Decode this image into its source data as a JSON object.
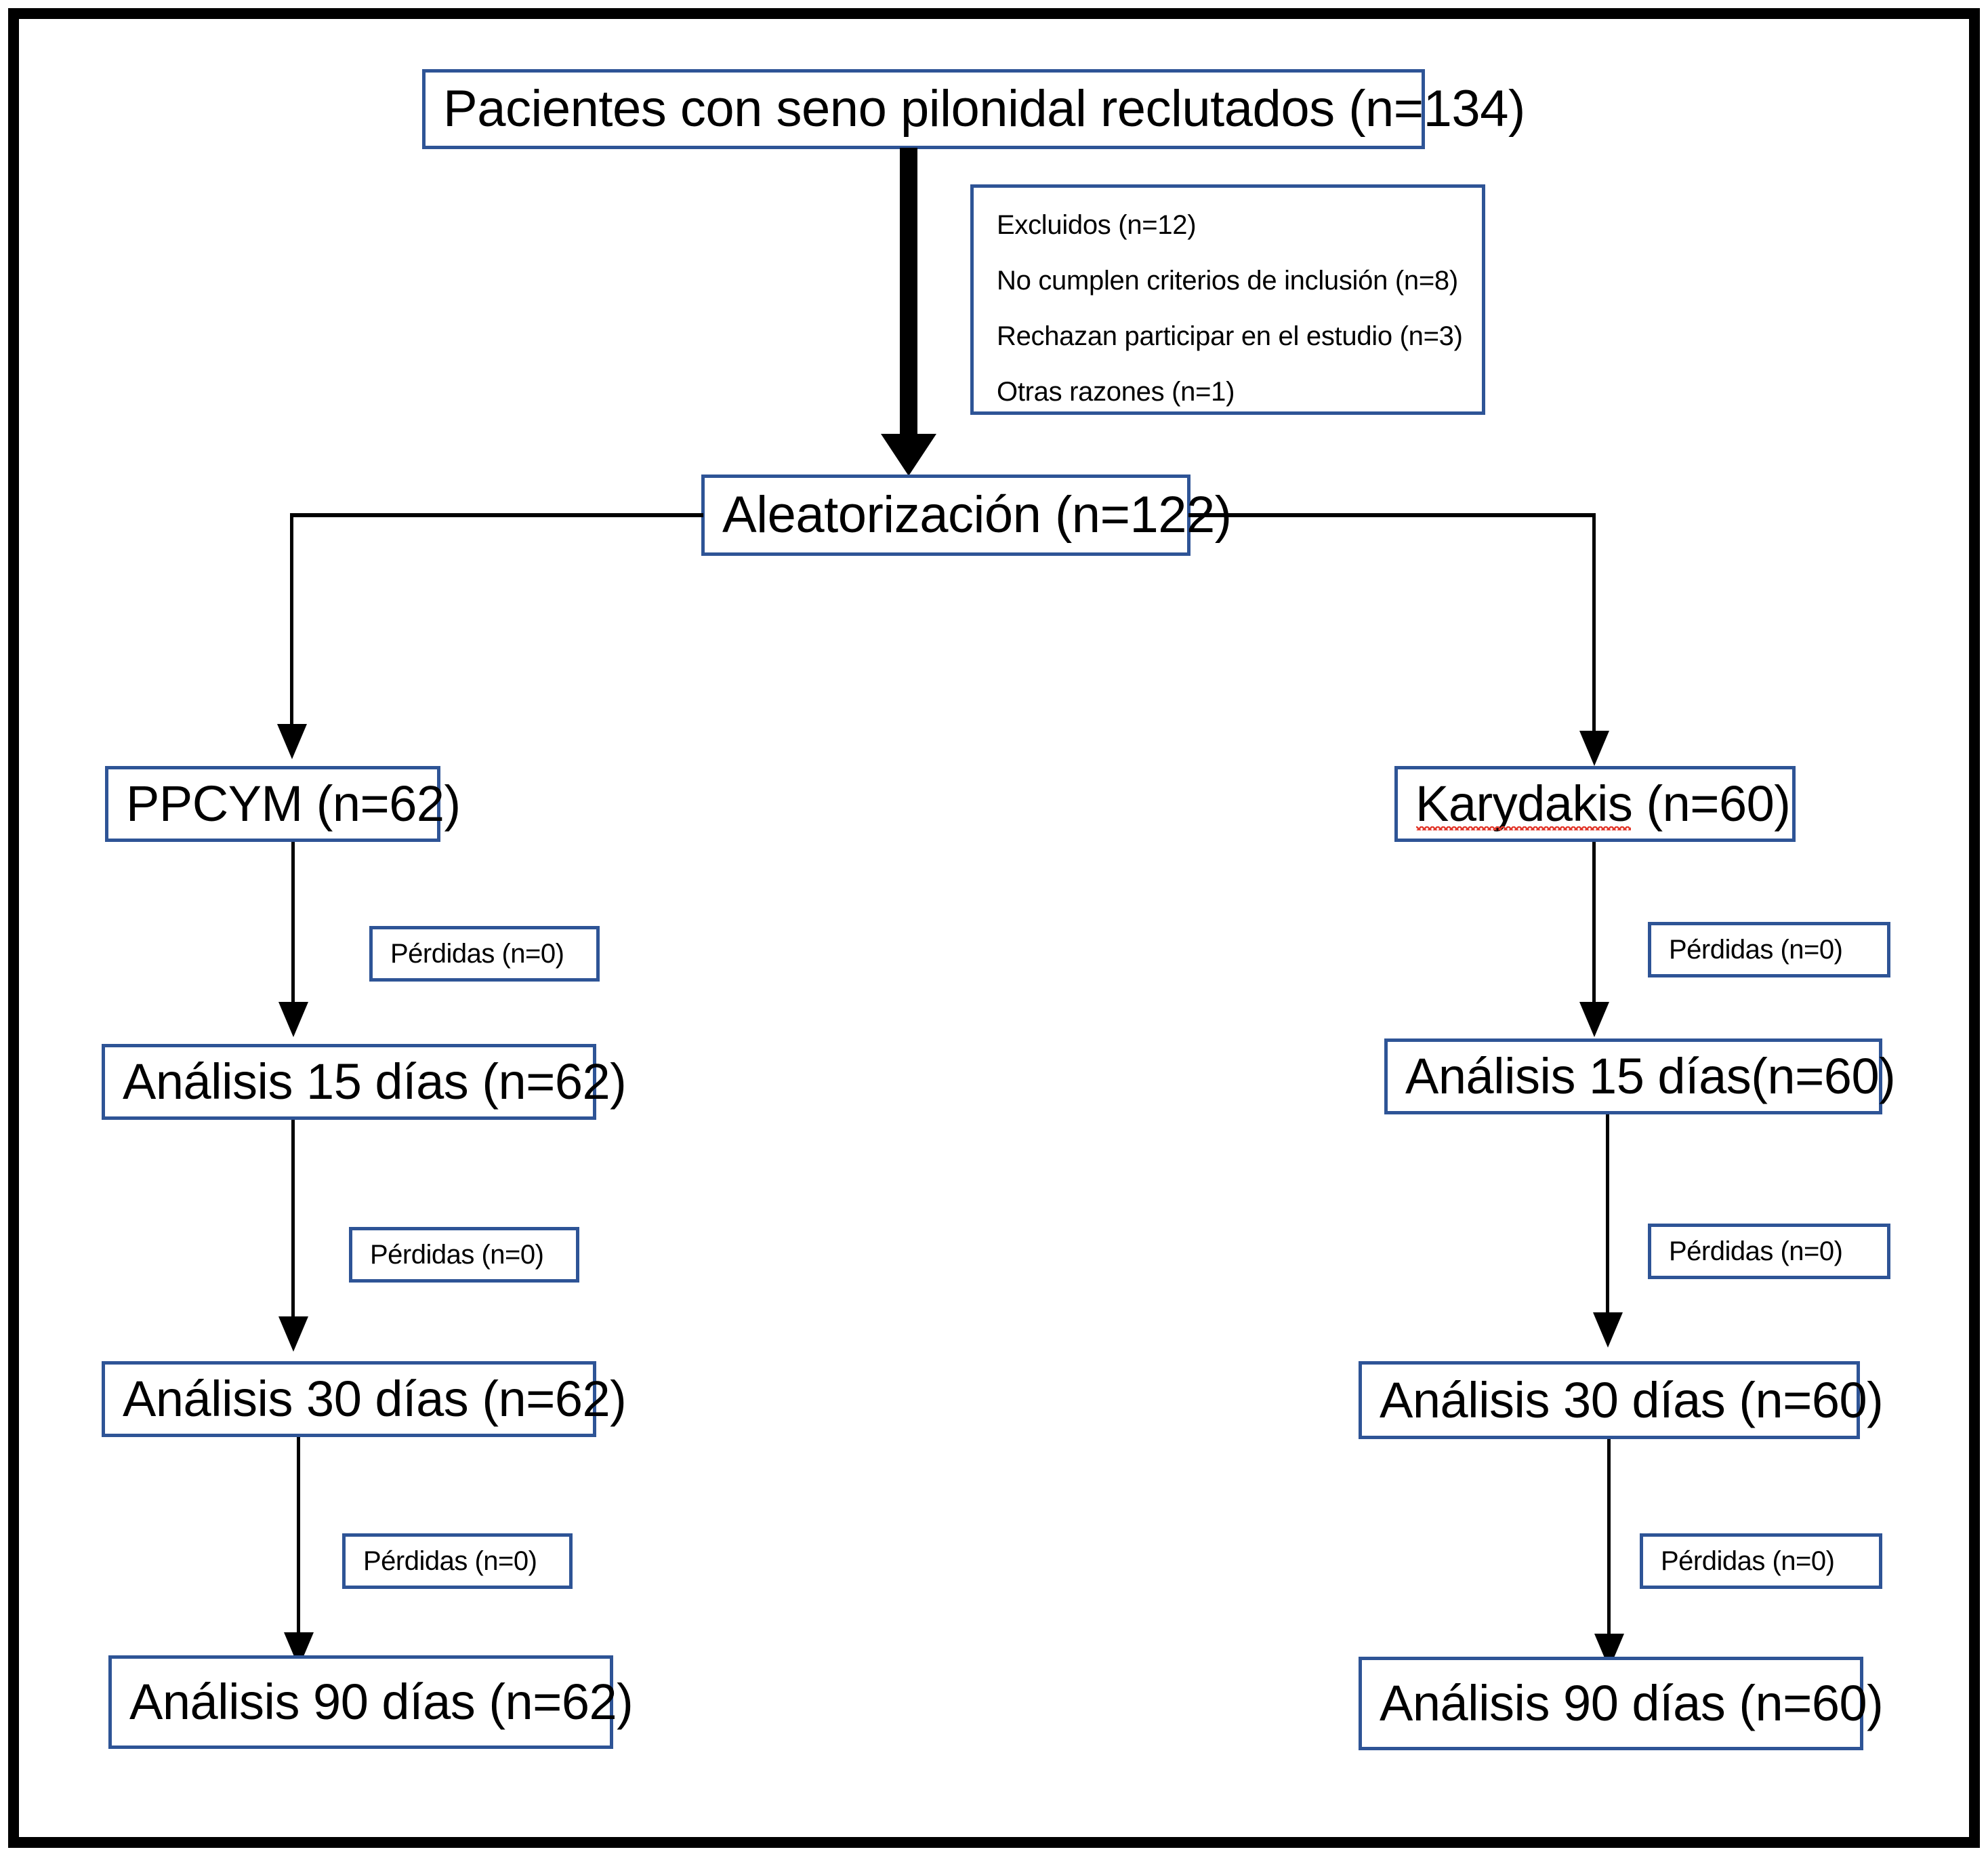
{
  "diagram": {
    "title": "Diagrama de flujo CONSORT",
    "language": "es",
    "accent_color": "#2e5496",
    "line_color": "#000000",
    "frame_color": "#000000",
    "background_color": "#ffffff",
    "spellcheck_underline_color": "#e23a2e"
  },
  "nodes": {
    "recruited": {
      "label": "Pacientes con seno pilonidal reclutados (n=134)"
    },
    "excluded": {
      "rows": [
        "Excluidos (n=12)",
        "No cumplen criterios de inclusión (n=8)",
        "Rechazan participar en el estudio (n=3)",
        "Otras razones (n=1)"
      ]
    },
    "randomization": {
      "label": "Aleatorización (n=122)"
    },
    "left_arm": {
      "allocation": {
        "label": "PPCYM (n=62)"
      },
      "loss_1": {
        "label": "Pérdidas (n=0)"
      },
      "analysis_15": {
        "label": "Análisis 15 días (n=62)"
      },
      "loss_2": {
        "label": "Pérdidas (n=0)"
      },
      "analysis_30": {
        "label": "Análisis 30 días (n=62)"
      },
      "loss_3": {
        "label": "Pérdidas (n=0)"
      },
      "analysis_90": {
        "label": "Análisis 90 días (n=62)"
      }
    },
    "right_arm": {
      "allocation": {
        "label_word": "Karydakis",
        "label_rest": " (n=60)"
      },
      "loss_1": {
        "label": "Pérdidas (n=0)"
      },
      "analysis_15": {
        "label": "Análisis 15 días(n=60)"
      },
      "loss_2": {
        "label": "Pérdidas (n=0)"
      },
      "analysis_30": {
        "label": "Análisis 30 días (n=60)"
      },
      "loss_3": {
        "label": "Pérdidas (n=0)"
      },
      "analysis_90": {
        "label": "Análisis 90 días (n=60)"
      }
    }
  },
  "chart_data": {
    "type": "diagram",
    "subtype": "consort-flow",
    "title": "Pacientes con seno pilonidal reclutados (n=134)",
    "totals": {
      "recruited": 134,
      "excluded": 12,
      "randomized": 122
    },
    "exclusion_reasons": [
      {
        "reason": "No cumplen criterios de inclusión",
        "n": 8
      },
      {
        "reason": "Rechazan participar en el estudio",
        "n": 3
      },
      {
        "reason": "Otras razones",
        "n": 1
      }
    ],
    "arms": [
      {
        "name": "PPCYM",
        "allocated": 62,
        "timepoints": [
          {
            "label": "Análisis 15 días",
            "n": 62,
            "losses_before": 0
          },
          {
            "label": "Análisis 30 días",
            "n": 62,
            "losses_before": 0
          },
          {
            "label": "Análisis 90 días",
            "n": 62,
            "losses_before": 0
          }
        ]
      },
      {
        "name": "Karydakis",
        "allocated": 60,
        "timepoints": [
          {
            "label": "Análisis 15 días",
            "n": 60,
            "losses_before": 0
          },
          {
            "label": "Análisis 30 días",
            "n": 60,
            "losses_before": 0
          },
          {
            "label": "Análisis 90 días",
            "n": 60,
            "losses_before": 0
          }
        ]
      }
    ]
  }
}
